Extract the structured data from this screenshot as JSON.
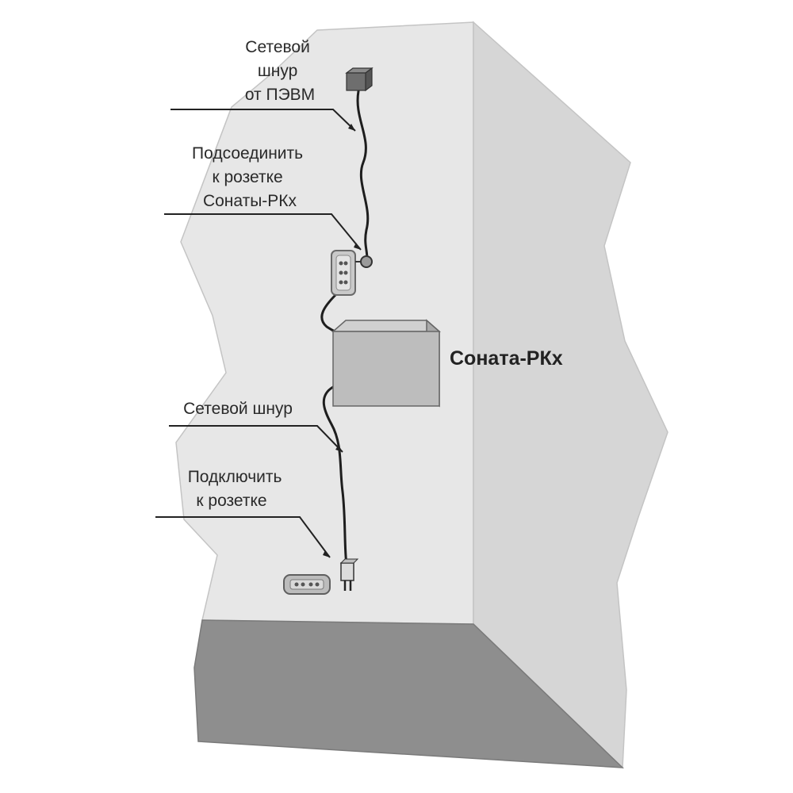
{
  "labels": {
    "pc_cord": [
      "Сетевой",
      "шнур",
      "от ПЭВМ"
    ],
    "connect_sonata": [
      "Подсоединить",
      "к розетке",
      "Сонаты-РКх"
    ],
    "power_cord": [
      "Сетевой шнур"
    ],
    "connect_outlet": [
      "Подключить",
      "к розетке"
    ],
    "device": "Соната-РКх"
  },
  "colors": {
    "wall_front": "#e7e7e7",
    "wall_side": "#d6d6d6",
    "floor": "#8e8e8e",
    "device_front": "#bdbdbd",
    "device_top": "#d0d0d0",
    "device_side": "#a9a9a9",
    "cable": "#1e1e1e"
  },
  "icons": {
    "pc_plug": "plug-box-icon",
    "sonata_socket": "socket-outlet-icon",
    "wall_outlet": "wall-outlet-icon",
    "power_plug": "power-plug-icon"
  }
}
